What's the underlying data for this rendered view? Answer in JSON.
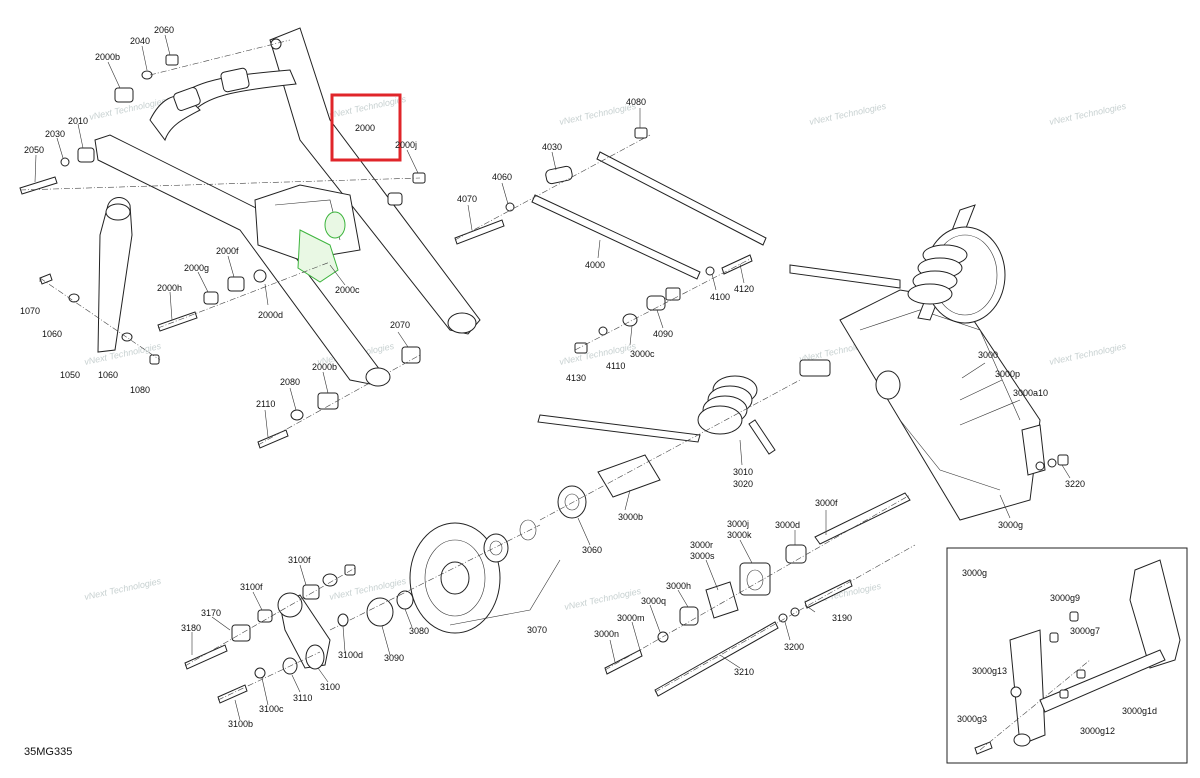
{
  "document_code": "35MG335",
  "watermark": "vNext Technologies",
  "watermark_wrapped": [
    "vNext",
    "Technologies"
  ],
  "highlight": {
    "color": "#e0252a",
    "label": "2000"
  },
  "accent_color": "#3cb43c",
  "labels": {
    "l2060": "2060",
    "l2040": "2040",
    "l2000b": "2000b",
    "l2030": "2030",
    "l2010": "2010",
    "l2050": "2050",
    "l2000": "2000",
    "l2000j": "2000j",
    "l2000f": "2000f",
    "l2000g": "2000g",
    "l2000h": "2000h",
    "l2000d": "2000d",
    "l2000c": "2000c",
    "l1070": "1070",
    "l1060a": "1060",
    "l1050": "1050",
    "l1060b": "1060",
    "l1080": "1080",
    "l2070": "2070",
    "l2000b2": "2000b",
    "l2080": "2080",
    "l2110": "2110",
    "l4080": "4080",
    "l4030": "4030",
    "l4060": "4060",
    "l4070": "4070",
    "l4000": "4000",
    "l4100": "4100",
    "l4120": "4120",
    "l4090": "4090",
    "l3000c": "3000c",
    "l4110": "4110",
    "l4130": "4130",
    "l3000": "3000",
    "l3000p": "3000p",
    "l3000a10": "3000a10",
    "l3220": "3220",
    "l3010": "3010",
    "l3020": "3020",
    "l3000b": "3000b",
    "l3060": "3060",
    "l3000g": "3000g",
    "l3000f": "3000f",
    "l3000j": "3000j",
    "l3000k": "3000k",
    "l3000d": "3000d",
    "l3000r": "3000r",
    "l3000s": "3000s",
    "l3000h": "3000h",
    "l3000q": "3000q",
    "l3000m": "3000m",
    "l3000n": "3000n",
    "l3190": "3190",
    "l3200": "3200",
    "l3210": "3210",
    "l3100f": "3100f",
    "l3100f2": "3100f",
    "l3170": "3170",
    "l3180": "3180",
    "l3100d": "3100d",
    "l3090": "3090",
    "l3080": "3080",
    "l3070": "3070",
    "l3100": "3100",
    "l3110": "3110",
    "l3100c": "3100c",
    "l3100b": "3100b",
    "i3000g": "3000g",
    "i3000g9": "3000g9",
    "i3000g7": "3000g7",
    "i3000g13": "3000g13",
    "i3000g1d": "3000g1d",
    "i3000g3": "3000g3",
    "i3000g12": "3000g12"
  }
}
